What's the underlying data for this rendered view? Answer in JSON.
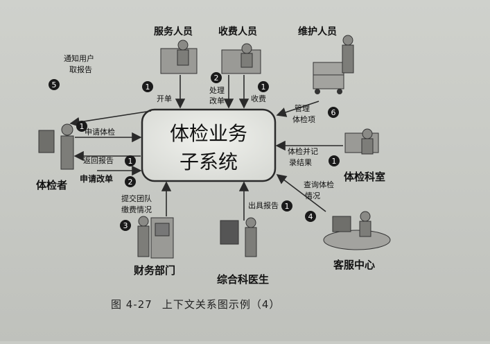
{
  "center": {
    "line1": "体检业务",
    "line2": "子系统"
  },
  "actors": {
    "fuwu": "服务人员",
    "shoufei": "收费人员",
    "weihu": "维护人员",
    "tijianzhe": "体检者",
    "keshi": "体检科室",
    "kefu": "客服中心",
    "caiwu": "财务部门",
    "zonghe": "综合科医生"
  },
  "flows": {
    "notify_l1": "通知用户",
    "notify_l2": "取报告",
    "notify_n": "5",
    "kaidan": "开单",
    "kaidan_n": "1",
    "chuli_l1": "处理",
    "chuli_l2": "改单",
    "chuli_n": "2",
    "shoufei": "收费",
    "shoufei_n": "1",
    "guanli_l1": "管理",
    "guanli_l2": "体检项",
    "guanli_n": "6",
    "shenqing": "申请体检",
    "shenqing_n": "1",
    "fanhui": "返回报告",
    "fanhui_n": "1",
    "gaidan": "申请改单",
    "gaidan_n": "2",
    "dengji_l1": "体检并记",
    "dengji_l2": "录结果",
    "dengji_n": "1",
    "chaxun_l1": "查询体检",
    "chaxun_l2": "情况",
    "chaxun_n": "4",
    "tuandui_l1": "提交团队",
    "tuandui_l2": "缴费情况",
    "tuandui_n": "3",
    "chuju": "出具报告",
    "chuju_n": "1"
  },
  "caption": {
    "figure": "图 4-27",
    "title": "上下文关系图示例（4）"
  },
  "colors": {
    "box": "#e6e7e3",
    "arrow": "#2a2a2a",
    "badge": "#1a1a1a"
  }
}
